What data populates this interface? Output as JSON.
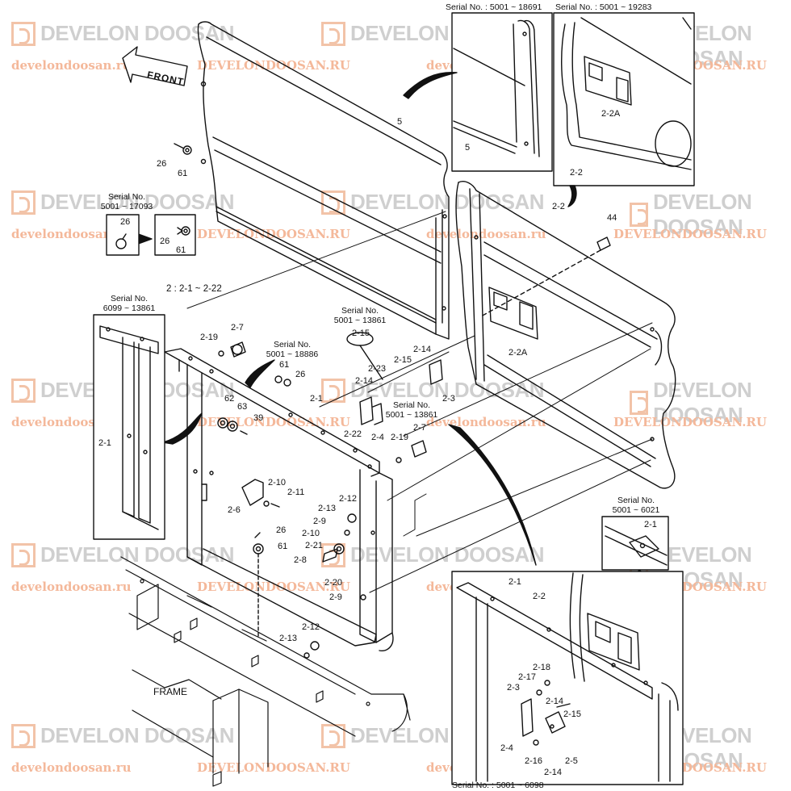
{
  "watermark": {
    "brand": "DEVELON DOOSAN",
    "url": "develondoosan.ru",
    "url_upper": "DEVELONDOOSAN.RU",
    "color_logo": "#f2c3a8",
    "color_url": "#f4b89a"
  },
  "front_arrow": "FRONT",
  "frame_label": "FRAME",
  "group_note": "2 : 2-1 ~ 2-22",
  "serials": {
    "s18691": "Serial No. : 5001 ~ 18691",
    "s19283": "Serial No. : 5001 ~ 19283",
    "s17093_a": "Serial No.",
    "s17093_b": "5001 ~ 17093",
    "s13861l_a": "Serial No.",
    "s13861l_b": "6099 ~ 13861",
    "s18886_a": "Serial No.",
    "s18886_b": "5001 ~ 18886",
    "s13861t_a": "Serial No.",
    "s13861t_b": "5001 ~ 13861",
    "s13861m_a": "Serial No.",
    "s13861m_b": "5001 ~ 13861",
    "s6021_a": "Serial No.",
    "s6021_b": "5001 ~ 6021",
    "s6098": "Serial No. : 5001 ~ 6098"
  },
  "labels": {
    "p5_main": "5",
    "p5_inset": "5",
    "p2_2A_inset": "2-2A",
    "p2_2_inset": "2-2",
    "p26_a": "26",
    "p61_a": "61",
    "p26_b": "26",
    "p26_c": "26",
    "p61_c": "61",
    "p2_2_main": "2-2",
    "p44": "44",
    "p2_2A_main": "2-2A",
    "p2_15": "2-15",
    "p2_14_a": "2-14",
    "p2_15_b": "2-15",
    "p2_23": "2-23",
    "p2_14_b": "2-14",
    "p2_3": "2-3",
    "p2_19_a": "2-19",
    "p2_7_a": "2-7",
    "p61_d": "61",
    "p26_d": "26",
    "p62": "62",
    "p63": "63",
    "p39": "39",
    "p2_1_main": "2-1",
    "p2_1_left": "2-1",
    "p2_22": "2-22",
    "p2_4": "2-4",
    "p2_19_b": "2-19",
    "p2_7_b": "2-7",
    "p2_10_a": "2-10",
    "p2_11": "2-11",
    "p2_6": "2-6",
    "p2_12_a": "2-12",
    "p2_13_a": "2-13",
    "p2_9_a": "2-9",
    "p26_e": "26",
    "p2_10_b": "2-10",
    "p61_e": "61",
    "p2_21": "2-21",
    "p2_8": "2-8",
    "p2_20": "2-20",
    "p2_9_b": "2-9",
    "p2_12_b": "2-12",
    "p2_13_b": "2-13",
    "i2_1": "2-1",
    "i2_2": "2-2",
    "i2_18": "2-18",
    "i2_17": "2-17",
    "i2_3": "2-3",
    "i2_14_a": "2-14",
    "i2_15": "2-15",
    "i2_4": "2-4",
    "i2_16": "2-16",
    "i2_5": "2-5",
    "i2_14_b": "2-14",
    "i2_1_small": "2-1"
  }
}
